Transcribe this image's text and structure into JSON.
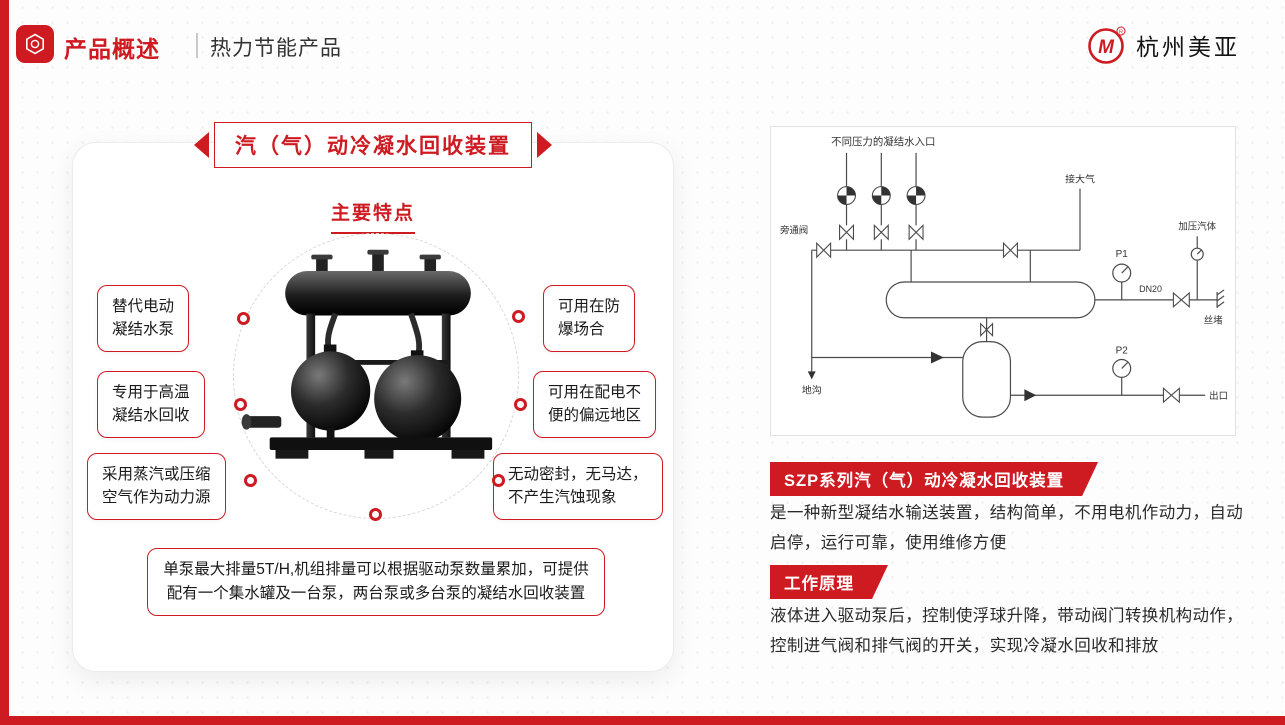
{
  "colors": {
    "accent": "#ce1a21"
  },
  "header": {
    "title": "产品概述",
    "subtitle": "热力节能产品",
    "brand": "杭州美亚"
  },
  "card": {
    "banner": "汽（气）动冷凝水回收装置",
    "section_heading": "主要特点",
    "features": {
      "left": [
        "替代电动\n凝结水泵",
        "专用于高温\n凝结水回收",
        "采用蒸汽或压缩\n空气作为动力源"
      ],
      "right": [
        "可用在防\n爆场合",
        "可用在配电不\n便的偏远地区",
        "无动密封，无马达，\n不产生汽蚀现象"
      ]
    },
    "note": "单泵最大排量5T/H,机组排量可以根据驱动泵数量累加，可提供\n配有一个集水罐及一台泵，两台泵或多台泵的凝结水回收装置"
  },
  "diagram": {
    "labels": {
      "inlet": "不同压力的凝结水入口",
      "atmosphere": "接大气",
      "bypass": "旁通阀",
      "drain": "地沟",
      "p1": "P1",
      "dn20": "DN20",
      "gas": "加压汽体",
      "plug": "丝堵",
      "p2": "P2",
      "outlet": "出口"
    }
  },
  "sections": [
    {
      "title": "SZP系列汽（气）动冷凝水回收装置",
      "body": "是一种新型凝结水输送装置，结构简单，不用电机作动力，自动启停，运行可靠，使用维修方便"
    },
    {
      "title": "工作原理",
      "body": "液体进入驱动泵后，控制使浮球升降，带动阀门转换机构动作，控制进气阀和排气阀的开关，实现冷凝水回收和排放"
    }
  ]
}
